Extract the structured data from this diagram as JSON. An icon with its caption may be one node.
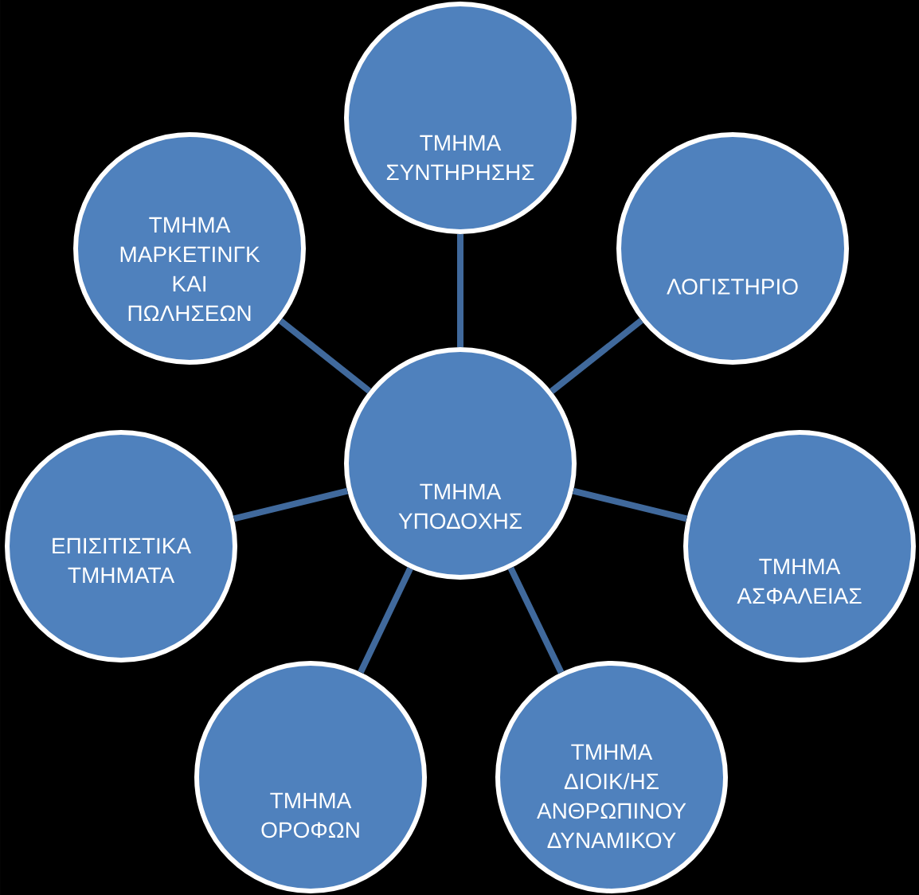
{
  "diagram": {
    "nodes": [
      {
        "text": [
          "ΤΜΗΜΑ ΥΠΟΔΟΧΗΣ"
        ]
      },
      {
        "text": [
          "ΤΜΗΜΑ ΣΥΝΤΗΡΗΣΗΣ"
        ]
      },
      {
        "text": [
          "ΛΟΓΙΣΤΗΡΙΟ"
        ]
      },
      {
        "text": [
          "ΤΜΗΜΑ ΑΣΦΑΛΕΙΑΣ"
        ]
      },
      {
        "text": [
          "ΤΜΗΜΑ ΔΙΟΙΚ/ΗΣ ΑΝΘΡΩΠΙΝΟΥ ΔΥΝΑΜΙΚΟΥ"
        ]
      },
      {
        "text": [
          "ΤΜΗΜΑ ΟΡΟΦΩΝ"
        ]
      },
      {
        "text": [
          "ΕΠΙΣΙΤΙΣΤΙΚΑ ΤΜΗΜΑΤΑ"
        ]
      },
      {
        "text": [
          "ΤΜΗΜΑ ΜΑΡΚΕΤΙΝΓΚ ΚΑΙ ΠΩΛΗΣΕΩΝ"
        ]
      }
    ],
    "edges": [
      {
        "from": 0,
        "to": 1,
        "arrow": "none"
      },
      {
        "from": 0,
        "to": 2,
        "arrow": "none"
      },
      {
        "from": 0,
        "to": 3,
        "arrow": "none"
      },
      {
        "from": 0,
        "to": 4,
        "arrow": "none"
      },
      {
        "from": 0,
        "to": 5,
        "arrow": "none"
      },
      {
        "from": 0,
        "to": 6,
        "arrow": "none"
      },
      {
        "from": 0,
        "to": 7,
        "arrow": "none"
      }
    ]
  }
}
